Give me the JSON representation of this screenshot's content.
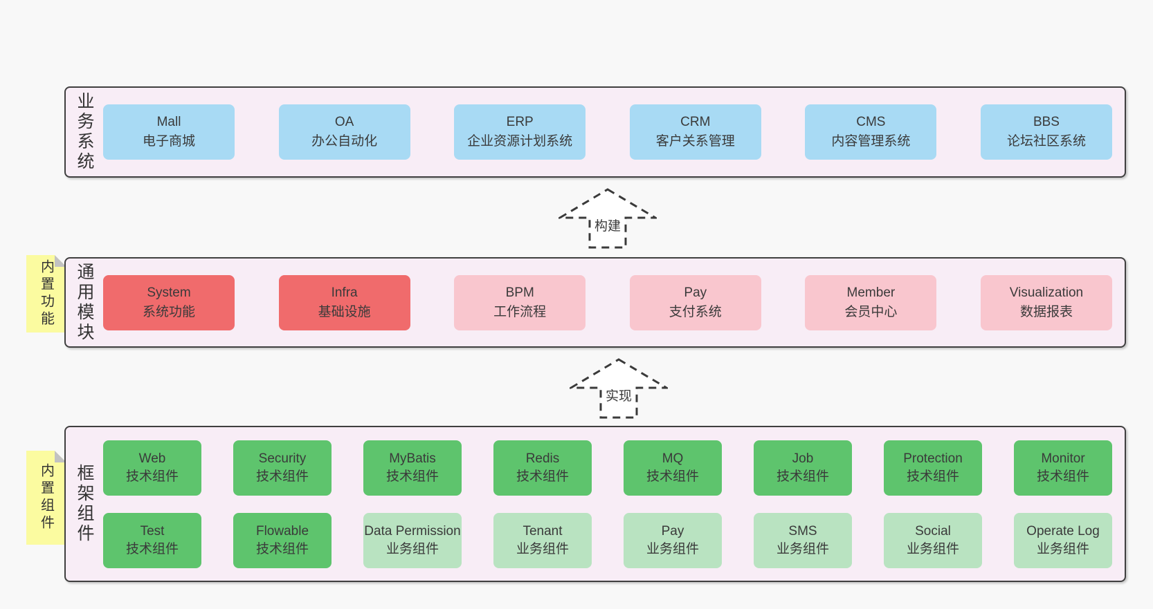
{
  "colors": {
    "page_bg": "#f8f8f8",
    "layer_bg": "#f8edf6",
    "layer_border": "#3f3f3f",
    "box_blue": "#a8daf4",
    "box_red": "#f06b6c",
    "box_pink": "#f9c6ce",
    "box_green_dark": "#5ec46d",
    "box_green_light": "#b9e3c1",
    "note_yellow": "#fbfba0",
    "note_fold_gray": "#c2c2c2",
    "text": "#3a3a3a"
  },
  "arrows": [
    {
      "label": "构建"
    },
    {
      "label": "实现"
    }
  ],
  "layers": [
    {
      "label": "业务系统",
      "rows": [
        [
          {
            "title": "Mall",
            "subtitle": "电子商城",
            "color": "blue"
          },
          {
            "title": "OA",
            "subtitle": "办公自动化",
            "color": "blue"
          },
          {
            "title": "ERP",
            "subtitle": "企业资源计划系统",
            "color": "blue"
          },
          {
            "title": "CRM",
            "subtitle": "客户关系管理",
            "color": "blue"
          },
          {
            "title": "CMS",
            "subtitle": "内容管理系统",
            "color": "blue"
          },
          {
            "title": "BBS",
            "subtitle": "论坛社区系统",
            "color": "blue"
          }
        ]
      ]
    },
    {
      "label": "通用模块",
      "note": "内置功能",
      "rows": [
        [
          {
            "title": "System",
            "subtitle": "系统功能",
            "color": "red"
          },
          {
            "title": "Infra",
            "subtitle": "基础设施",
            "color": "red"
          },
          {
            "title": "BPM",
            "subtitle": "工作流程",
            "color": "pink"
          },
          {
            "title": "Pay",
            "subtitle": "支付系统",
            "color": "pink"
          },
          {
            "title": "Member",
            "subtitle": "会员中心",
            "color": "pink"
          },
          {
            "title": "Visualization",
            "subtitle": "数据报表",
            "color": "pink"
          }
        ]
      ]
    },
    {
      "label": "框架组件",
      "note": "内置组件",
      "rows": [
        [
          {
            "title": "Web",
            "subtitle": "技术组件",
            "color": "green-dark"
          },
          {
            "title": "Security",
            "subtitle": "技术组件",
            "color": "green-dark"
          },
          {
            "title": "MyBatis",
            "subtitle": "技术组件",
            "color": "green-dark"
          },
          {
            "title": "Redis",
            "subtitle": "技术组件",
            "color": "green-dark"
          },
          {
            "title": "MQ",
            "subtitle": "技术组件",
            "color": "green-dark"
          },
          {
            "title": "Job",
            "subtitle": "技术组件",
            "color": "green-dark"
          },
          {
            "title": "Protection",
            "subtitle": "技术组件",
            "color": "green-dark"
          },
          {
            "title": "Monitor",
            "subtitle": "技术组件",
            "color": "green-dark"
          }
        ],
        [
          {
            "title": "Test",
            "subtitle": "技术组件",
            "color": "green-dark"
          },
          {
            "title": "Flowable",
            "subtitle": "技术组件",
            "color": "green-dark"
          },
          {
            "title": "Data Permission",
            "subtitle": "业务组件",
            "color": "green-light"
          },
          {
            "title": "Tenant",
            "subtitle": "业务组件",
            "color": "green-light"
          },
          {
            "title": "Pay",
            "subtitle": "业务组件",
            "color": "green-light"
          },
          {
            "title": "SMS",
            "subtitle": "业务组件",
            "color": "green-light"
          },
          {
            "title": "Social",
            "subtitle": "业务组件",
            "color": "green-light"
          },
          {
            "title": "Operate Log",
            "subtitle": "业务组件",
            "color": "green-light"
          }
        ]
      ]
    }
  ]
}
